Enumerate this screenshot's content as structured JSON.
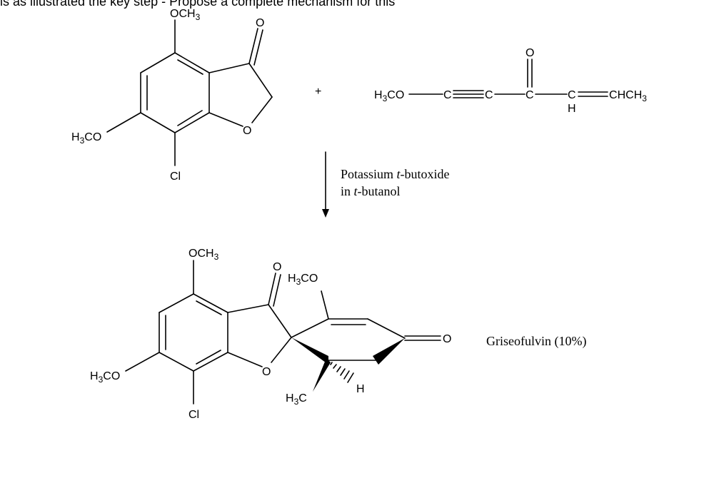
{
  "header_text": "is as illustrated the key step - Propose a complete mechanism for this",
  "reactant1": {
    "och3": "OCH3",
    "carbonyl_o": "O",
    "ring_o": "O",
    "h3co": "H3CO",
    "cl": "Cl"
  },
  "plus_sign": "+",
  "reactant2": {
    "h3co": "H3CO",
    "c_alkyne_1": "C",
    "c_alkyne_2": "C",
    "c_carbonyl": "C",
    "carbonyl_o": "O",
    "c_vinyl": "C",
    "h": "H",
    "chch3": "CHCH3"
  },
  "conditions": {
    "line1_prefix": "Potassium ",
    "line1_italic": "t",
    "line1_suffix": "-butoxide",
    "line2_prefix": "in ",
    "line2_italic": "t",
    "line2_suffix": "-butanol"
  },
  "product": {
    "och3": "OCH3",
    "carbonyl_o": "O",
    "h3co_top": "H3CO",
    "ketone_o": "O",
    "ring_o": "O",
    "h3co": "H3CO",
    "cl": "Cl",
    "h3c": "H3C",
    "h": "H"
  },
  "product_name": "Griseofulvin (10%)"
}
